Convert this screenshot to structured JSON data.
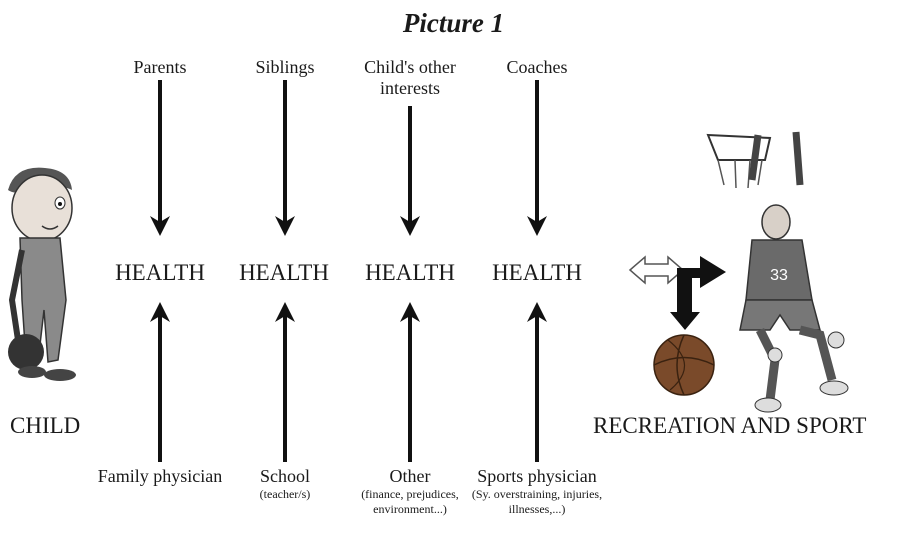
{
  "title": "Picture 1",
  "columns": [
    {
      "top": "Parents",
      "health": "HEALTH",
      "bottom": "Family physician",
      "bottom_note": ""
    },
    {
      "top": "Siblings",
      "health": "HEALTH",
      "bottom": "School",
      "bottom_note": "(teacher/s)"
    },
    {
      "top": "Child's other interests",
      "health": "HEALTH",
      "bottom": "Other",
      "bottom_note": "(finance, prejudices, environment...)"
    },
    {
      "top": "Coaches",
      "health": "HEALTH",
      "bottom": "Sports physician",
      "bottom_note": "(Sy. overstraining, injuries, illnesses,...)"
    }
  ],
  "left_label": "CHILD",
  "right_label": "RECREATION AND SPORT",
  "jersey_number": "33",
  "colors": {
    "arrow": "#111111",
    "basketball": "#7a4a2a"
  }
}
